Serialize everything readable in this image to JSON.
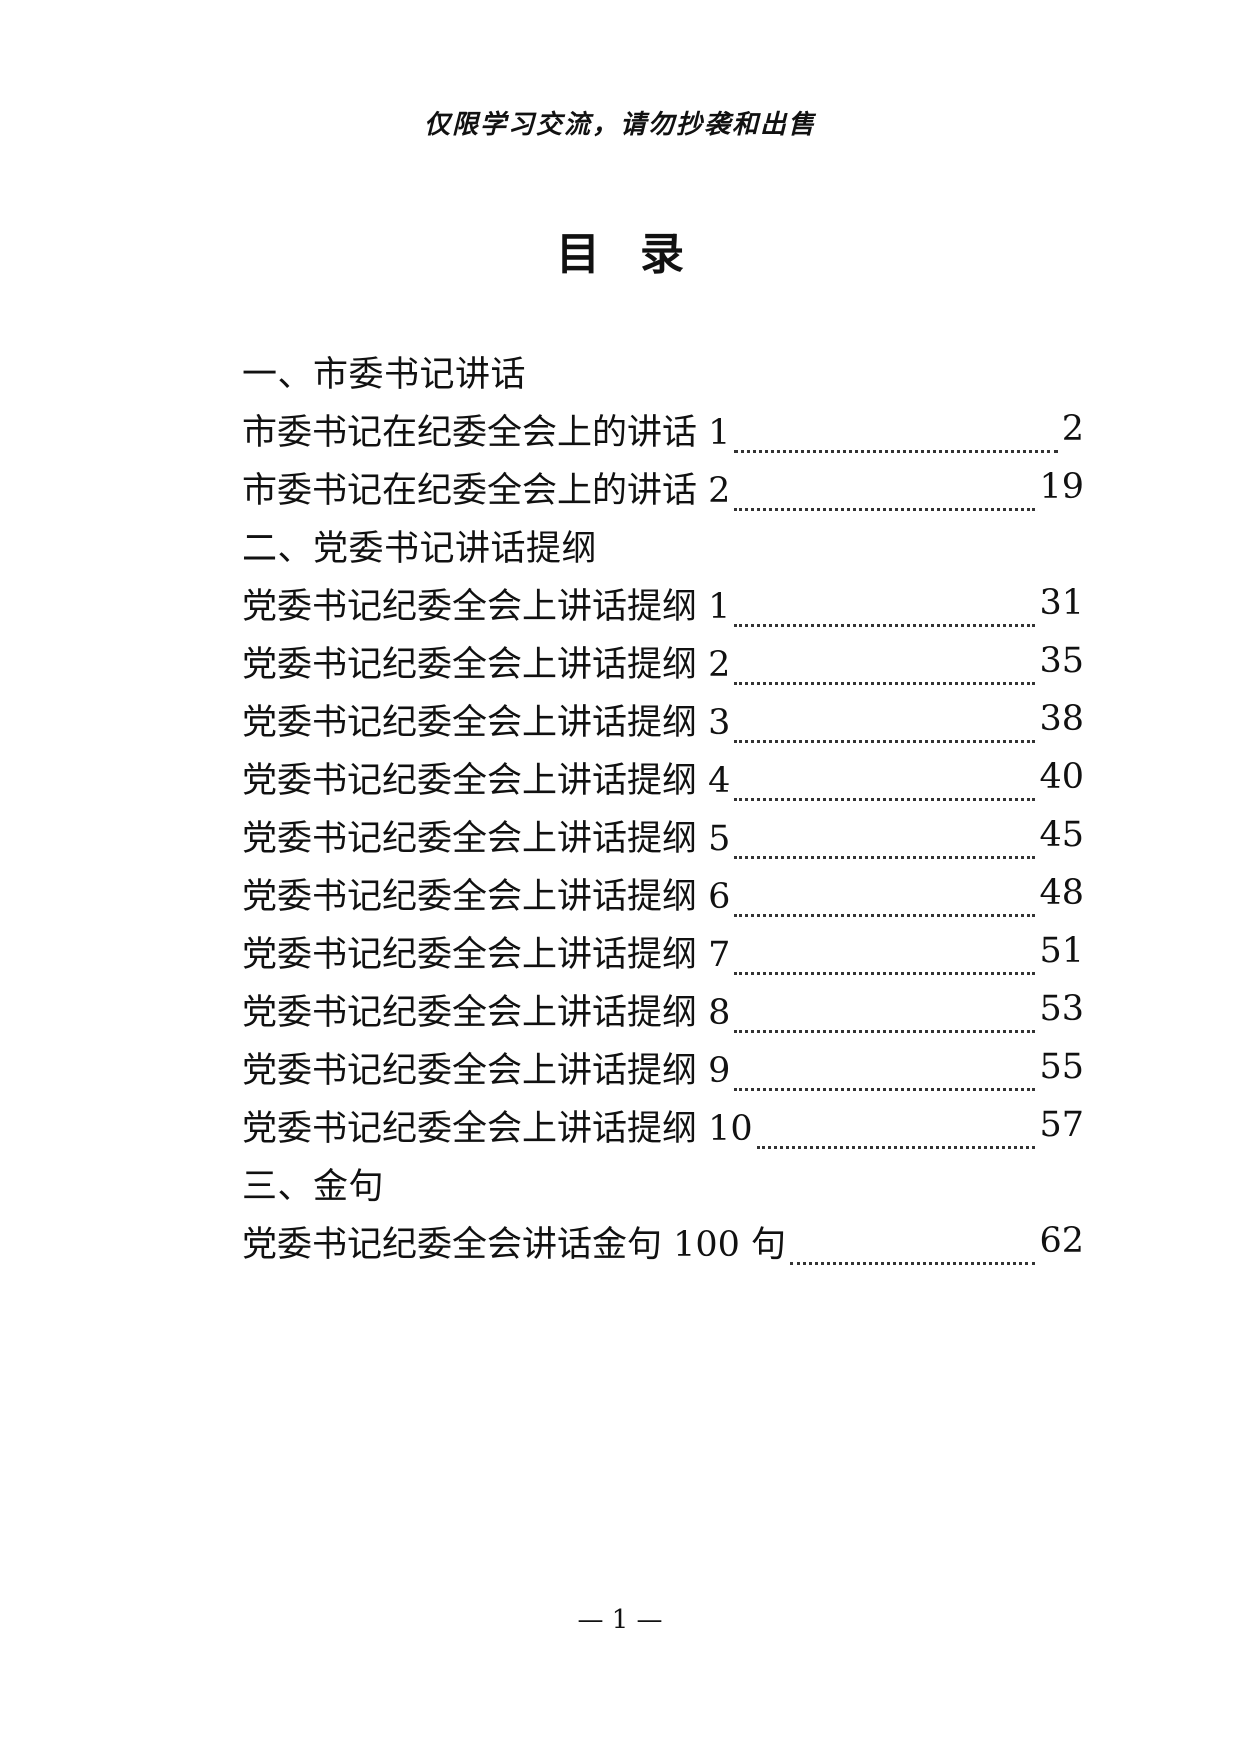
{
  "header_note": "仅限学习交流，请勿抄袭和出售",
  "title": "目录",
  "toc": [
    {
      "type": "section",
      "label": "一、市委书记讲话"
    },
    {
      "type": "entry",
      "label": "市委书记在纪委全会上的讲话 1",
      "page": "2"
    },
    {
      "type": "entry",
      "label": "市委书记在纪委全会上的讲话 2",
      "page": "19"
    },
    {
      "type": "section",
      "label": "二、党委书记讲话提纲"
    },
    {
      "type": "entry",
      "label": "党委书记纪委全会上讲话提纲 1",
      "page": "31"
    },
    {
      "type": "entry",
      "label": "党委书记纪委全会上讲话提纲 2",
      "page": "35"
    },
    {
      "type": "entry",
      "label": "党委书记纪委全会上讲话提纲 3",
      "page": "38"
    },
    {
      "type": "entry",
      "label": "党委书记纪委全会上讲话提纲 4",
      "page": "40"
    },
    {
      "type": "entry",
      "label": "党委书记纪委全会上讲话提纲 5",
      "page": "45"
    },
    {
      "type": "entry",
      "label": "党委书记纪委全会上讲话提纲 6",
      "page": "48"
    },
    {
      "type": "entry",
      "label": "党委书记纪委全会上讲话提纲 7",
      "page": "51"
    },
    {
      "type": "entry",
      "label": "党委书记纪委全会上讲话提纲 8",
      "page": "53"
    },
    {
      "type": "entry",
      "label": "党委书记纪委全会上讲话提纲 9",
      "page": "55"
    },
    {
      "type": "entry",
      "label": "党委书记纪委全会上讲话提纲 10",
      "page": "57"
    },
    {
      "type": "section",
      "label": "三、金句"
    },
    {
      "type": "entry",
      "label": "党委书记纪委全会讲话金句 100 句",
      "page": "62"
    }
  ],
  "footer": "— 1 —"
}
